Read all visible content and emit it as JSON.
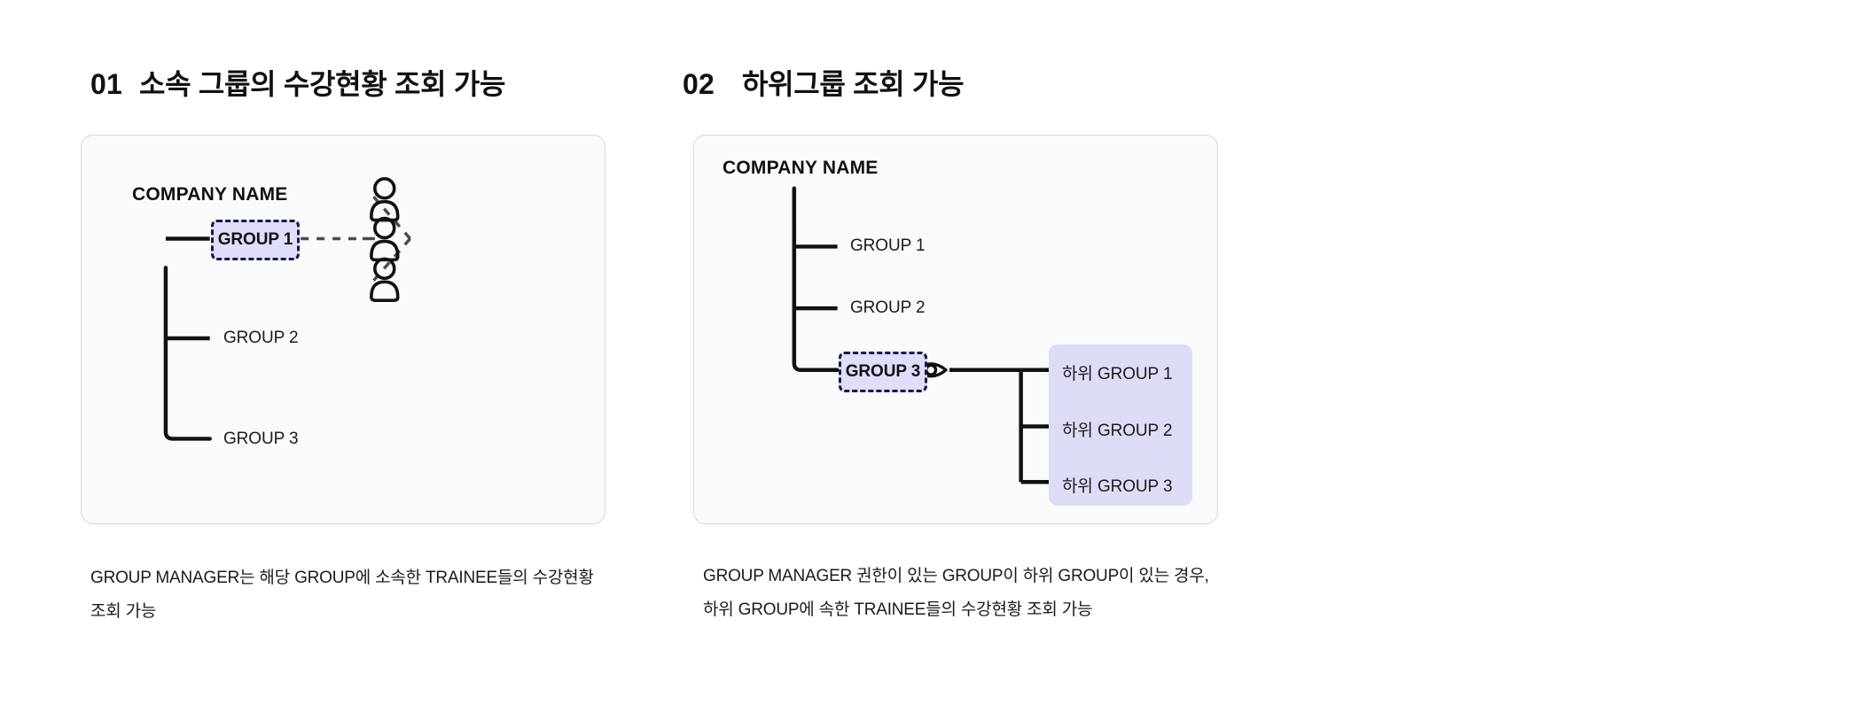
{
  "page": {
    "background": "#ffffff",
    "accent_fill": "#dedefb",
    "accent_border": "#191944",
    "subgroup_fill": "#dcdcf7",
    "panel_fill": "#fafafa",
    "panel_border": "#d7d7d7"
  },
  "sections": [
    {
      "number": "01",
      "title": "소속 그룹의 수강현황 조회 가능",
      "company": "COMPANY NAME",
      "nodes": [
        {
          "label": "GROUP 1",
          "highlighted": true
        },
        {
          "label": "GROUP 2",
          "highlighted": false
        },
        {
          "label": "GROUP 3",
          "highlighted": false
        }
      ],
      "trainee_count": 3,
      "eye_icon": "eye-icon",
      "person_icon": "person-icon",
      "caption": "GROUP MANAGER는 해당 GROUP에 소속한 TRAINEE들의 수강현황 조회 가능"
    },
    {
      "number": "02",
      "title": "하위그룹 조회 가능",
      "company": "COMPANY NAME",
      "nodes": [
        {
          "label": "GROUP 1",
          "highlighted": false
        },
        {
          "label": "GROUP 2",
          "highlighted": false
        },
        {
          "label": "GROUP 3",
          "highlighted": true
        }
      ],
      "subgroups": [
        {
          "label": "하위 GROUP 1"
        },
        {
          "label": "하위 GROUP 2"
        },
        {
          "label": "하위 GROUP 3"
        }
      ],
      "eye_icon": "eye-icon",
      "caption": "GROUP MANAGER 권한이 있는 GROUP이 하위 GROUP이 있는 경우, 하위 GROUP에 속한 TRAINEE들의 수강현황 조회 가능"
    }
  ]
}
